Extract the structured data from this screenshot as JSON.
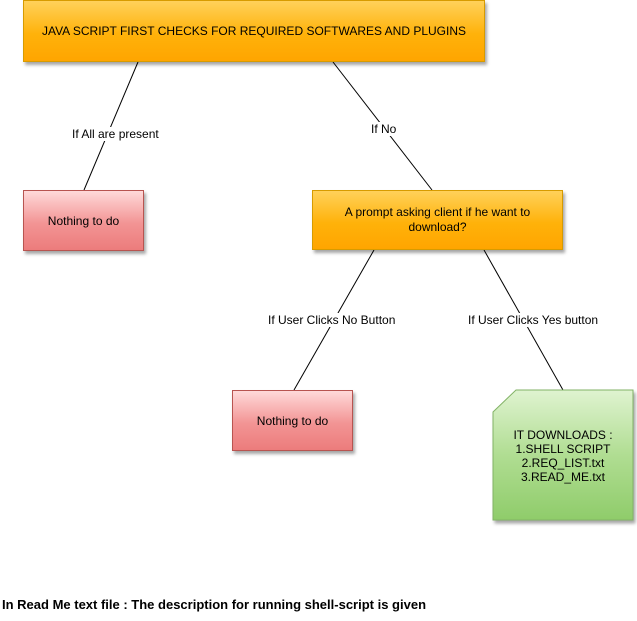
{
  "root": {
    "text": "JAVA SCRIPT FIRST CHECKS FOR REQUIRED SOFTWARES AND PLUGINS"
  },
  "edges": {
    "all_present": "If All are present",
    "if_no": "If No",
    "clicks_no": "If User Clicks No Button",
    "clicks_yes": "If User Clicks Yes button"
  },
  "left_result": {
    "text": "Nothing to do"
  },
  "prompt": {
    "text": "A prompt asking client if he want to\ndownload?"
  },
  "no_result": {
    "text": "Nothing to do"
  },
  "downloads": {
    "title": "IT DOWNLOADS :",
    "items": [
      "1.SHELL SCRIPT",
      "2.REQ_LIST.txt",
      "3.READ_ME.txt"
    ]
  },
  "footer_note": "In Read Me text file : The description for running shell-script is given",
  "colors": {
    "process_fill": "#ffb20a",
    "result_fill": "#f29494",
    "document_fill": "#97d077",
    "connector": "#000000"
  }
}
